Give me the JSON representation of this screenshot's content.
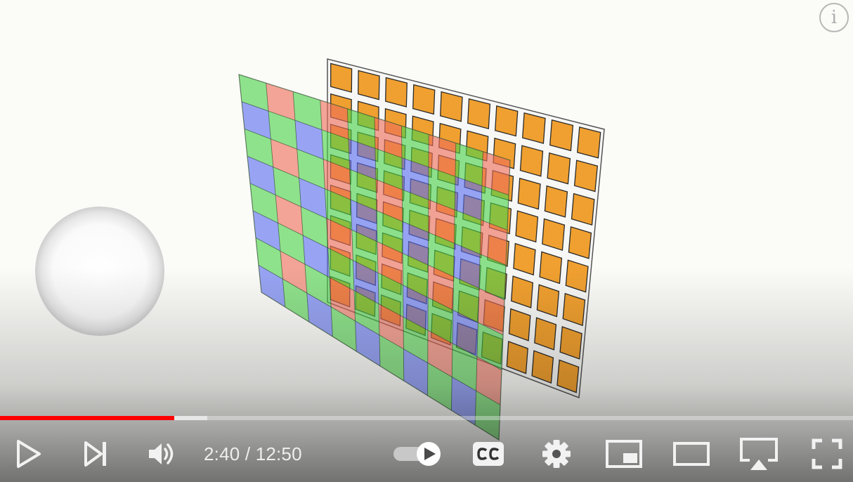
{
  "player": {
    "current_time": "2:40",
    "separator": " / ",
    "duration": "12:50",
    "progress_played": 0.204,
    "progress_buffered": 0.243,
    "progress_color": "#ff0000",
    "autoplay_on": true,
    "info_label": "i"
  },
  "controls": [
    {
      "name": "play-button",
      "icon": "play-icon"
    },
    {
      "name": "next-button",
      "icon": "skip-next-icon"
    },
    {
      "name": "volume-button",
      "icon": "volume-icon"
    },
    {
      "name": "autoplay-toggle",
      "icon": "autoplay-toggle-icon"
    },
    {
      "name": "captions-button",
      "icon": "cc-icon"
    },
    {
      "name": "settings-button",
      "icon": "gear-icon"
    },
    {
      "name": "miniplayer-button",
      "icon": "miniplayer-icon"
    },
    {
      "name": "theater-button",
      "icon": "theater-mode-icon"
    },
    {
      "name": "airplay-button",
      "icon": "airplay-icon"
    },
    {
      "name": "fullscreen-button",
      "icon": "fullscreen-icon"
    }
  ],
  "scene_colors": {
    "orange": "#f0a030",
    "green": "#4cd24a",
    "red": "#ee6e5a",
    "blue": "#5a6ef0",
    "background": "#fbfbf8"
  }
}
